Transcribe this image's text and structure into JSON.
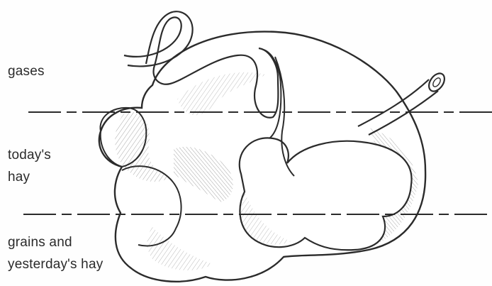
{
  "diagram": {
    "labels": {
      "gases": "gases",
      "today_line1": "today's",
      "today_line2": "hay",
      "grains_line1": "grains and",
      "grains_line2": "yesterday's hay"
    },
    "colors": {
      "ink": "#2b2b2b",
      "hatch": "#5a5a5a",
      "background": "#fefefe"
    }
  }
}
